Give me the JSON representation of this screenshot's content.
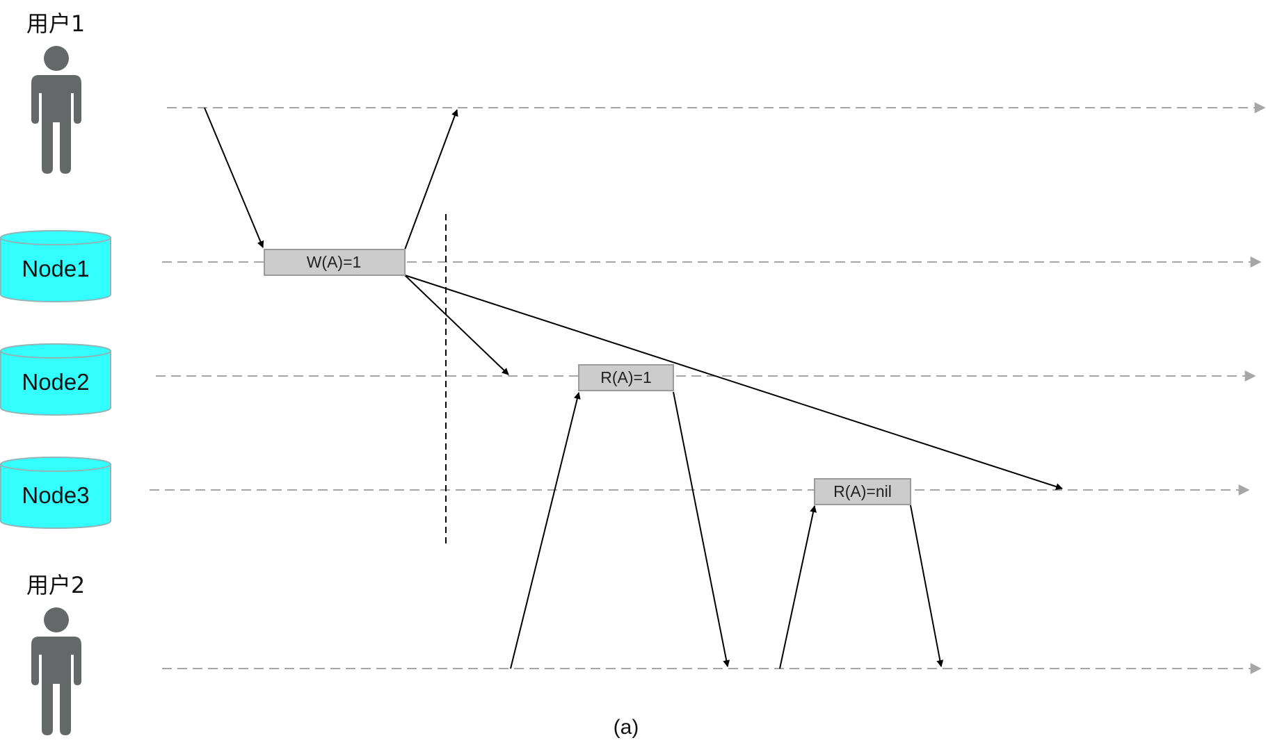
{
  "colors": {
    "background": "#ffffff",
    "actor": "#656868",
    "node_fill": "#33ffff",
    "node_stroke": "#8fb6b6",
    "timeline": "#a6a6a6",
    "op_fill": "#cccccc",
    "op_stroke": "#9b9b9b",
    "message": "#000000"
  },
  "actors": {
    "user1": {
      "label": "用户1",
      "icon": "person-icon"
    },
    "user2": {
      "label": "用户2",
      "icon": "person-icon"
    }
  },
  "nodes": [
    {
      "label": "Node1",
      "icon": "database-cylinder-icon"
    },
    {
      "label": "Node2",
      "icon": "database-cylinder-icon"
    },
    {
      "label": "Node3",
      "icon": "database-cylinder-icon"
    }
  ],
  "operations": {
    "write": "W(A)=1",
    "read_node2": "R(A)=1",
    "read_node3": "R(A)=nil"
  },
  "caption": "(a)"
}
